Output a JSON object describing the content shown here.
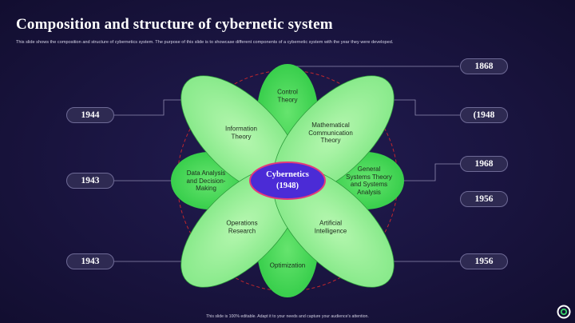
{
  "header": {
    "title": "Composition  and structure of cybernetic system",
    "subtitle": "This slide shows the composition and structure of cybernetics system. The purpose of this slide is to showcase different components of a cybernetic system with the year they were developed."
  },
  "center": {
    "name": "Cybernetics",
    "year": "(1948)"
  },
  "petals": {
    "control": "Control\nTheory",
    "information": "Information\nTheory",
    "mathematical": "Mathematical\nCommunication\nTheory",
    "data_analysis": "Data Analysis\nand Decision-\nMaking",
    "general_systems": "General\nSystems Theory\nand Systems\nAnalysis",
    "operations": "Operations\nResearch",
    "ai": "Artificial\nIntelligence",
    "optimization": "Optimization"
  },
  "years": {
    "left_top": "1944",
    "left_mid": "1943",
    "left_bottom": "1943",
    "right_1": "1868",
    "right_2": "(1948",
    "right_3": "1968",
    "right_4": "1956",
    "right_5": "1956"
  },
  "footer": "This slide is 100% editable. Adapt it to your needs and capture your audience's attention.",
  "colors": {
    "background": "#1a1540",
    "petal_light": "#8ff08f",
    "petal_mid": "#33d14a",
    "center_fill": "#4b2bd6",
    "pill_fill": "#2e2a52",
    "dashed_circle": "#c0272d"
  }
}
